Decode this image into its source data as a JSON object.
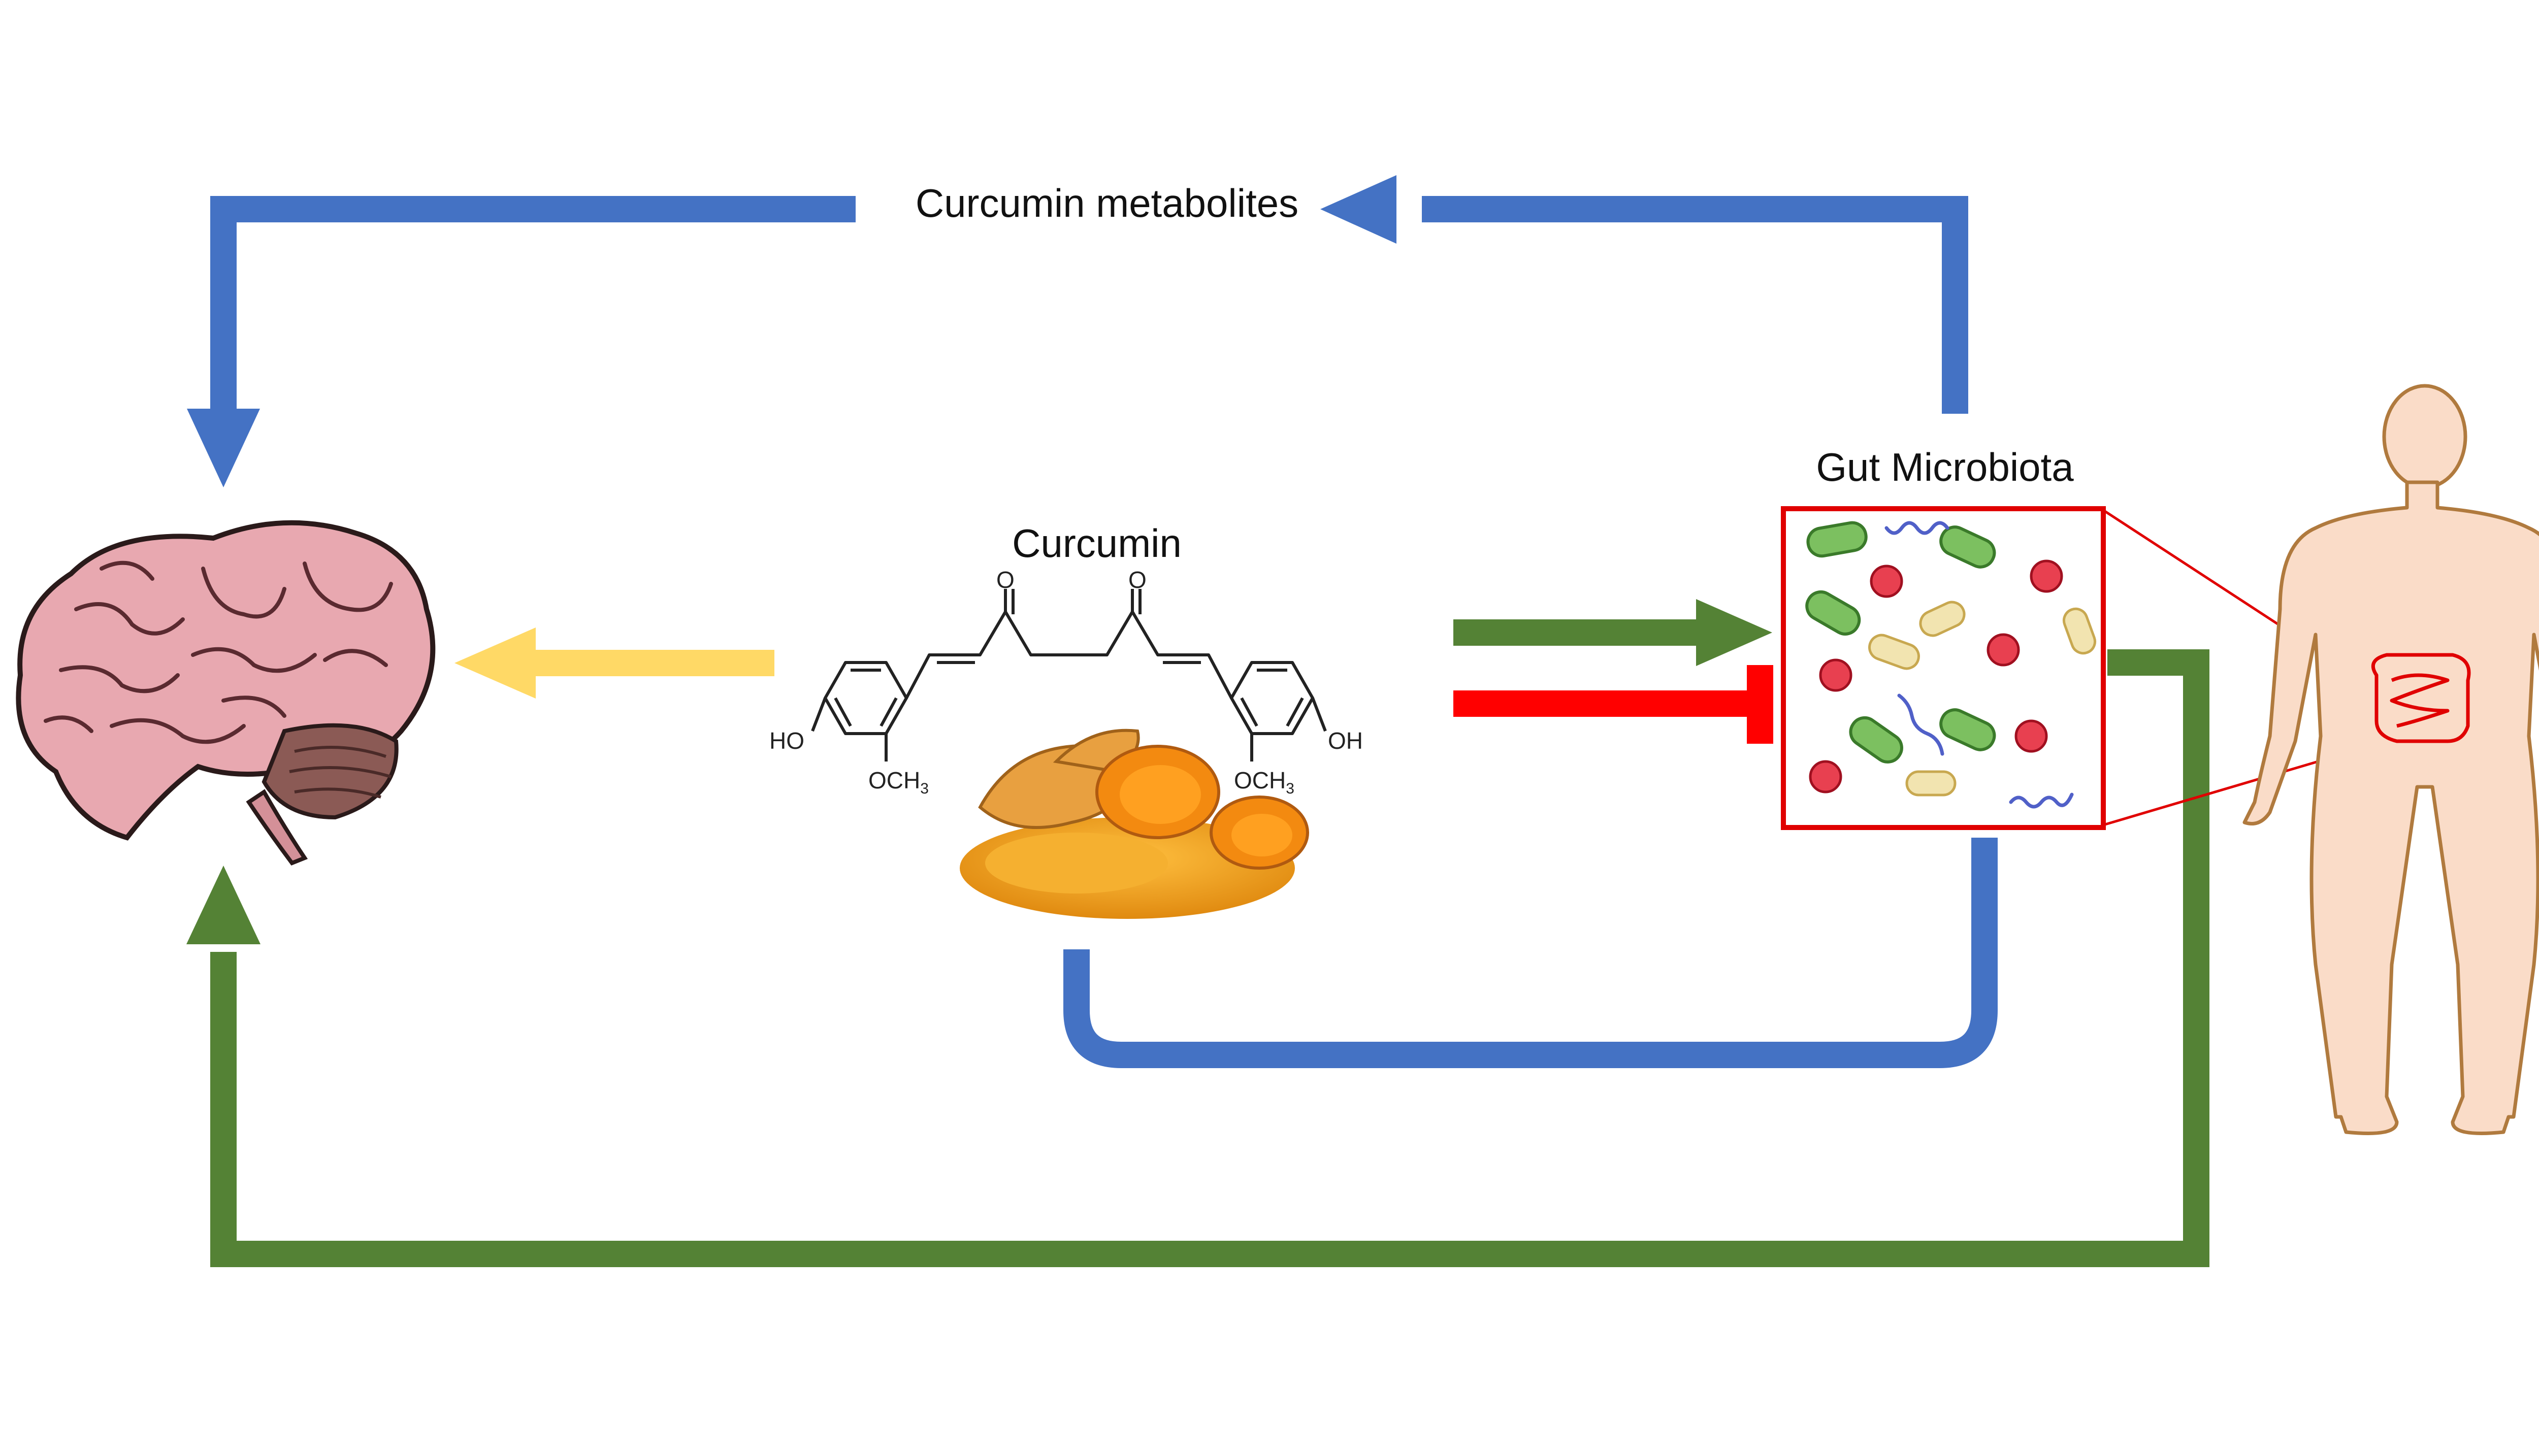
{
  "labels": {
    "metabolites": "Curcumin metabolites",
    "gut_microbiota": "Gut Microbiota",
    "curcumin": "Curcumin"
  },
  "structure": {
    "carbonyl_1": "O",
    "carbonyl_2": "O",
    "hydroxyl_left": "HO",
    "hydroxyl_right": "OH",
    "methoxy_left": "OCH",
    "methoxy_left_sub": "3",
    "methoxy_right": "OCH",
    "methoxy_right_sub": "3"
  },
  "colors": {
    "blue": "#4472C4",
    "green": "#548235",
    "red": "#FF0000",
    "yellow": "#FFD966",
    "brain_pink": "#E8A8B0",
    "cerebellum": "#8B5A55",
    "body_skin": "#FADCC8",
    "body_outline": "#B07A3E",
    "turmeric": "#F0A020"
  },
  "icons": [
    "brain-icon",
    "turmeric-icon",
    "bacteria-icon",
    "human-body-icon"
  ]
}
